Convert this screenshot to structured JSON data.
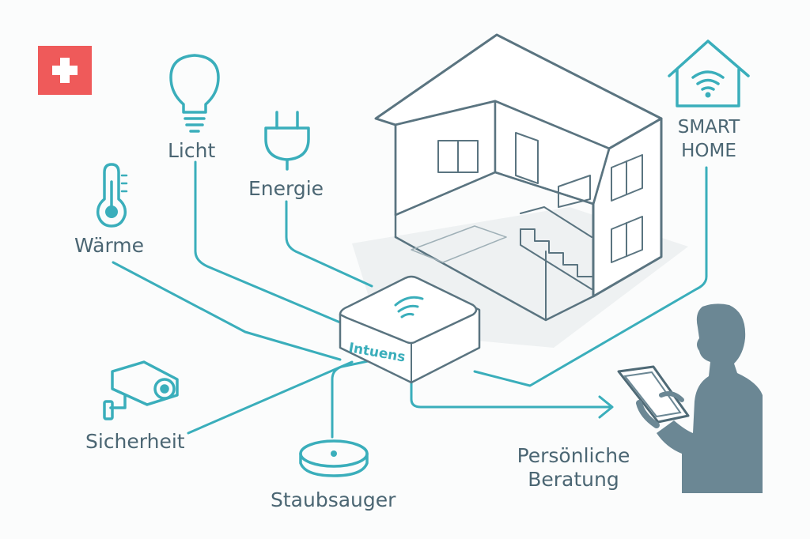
{
  "labels": {
    "licht": "Licht",
    "energie": "Energie",
    "waerme": "Wärme",
    "sicherheit": "Sicherheit",
    "staubsauger": "Staubsauger",
    "smart_home_line1": "SMART",
    "smart_home_line2": "HOME",
    "beratung_line1": "Persönliche",
    "beratung_line2": "Beratung"
  },
  "hub": {
    "brand": "Intuens"
  },
  "icons": {
    "flag": "swiss-flag-icon",
    "licht": "lightbulb-icon",
    "energie": "plug-icon",
    "waerme": "thermometer-icon",
    "sicherheit": "security-camera-icon",
    "staubsauger": "robot-vacuum-icon",
    "smart_home": "smart-home-wifi-icon",
    "hub": "wifi-hub-icon",
    "person": "person-with-tablet-icon",
    "house": "house-cutaway-icon"
  },
  "colors": {
    "teal": "#3aaebb",
    "house": "#5a7480",
    "person": "#6b8794",
    "text": "#4b6673",
    "flag": "#ef5a5a"
  }
}
